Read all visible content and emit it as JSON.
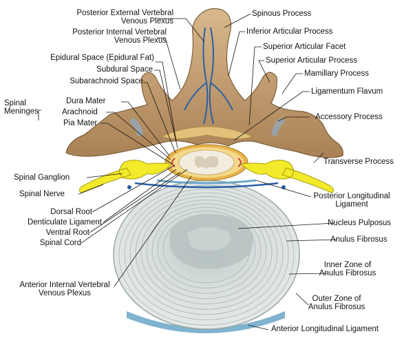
{
  "labels": {
    "posterior_external_vertebral_venous_plexus": [
      "Posterior External Vertebral",
      "Venous Plexus"
    ],
    "posterior_internal_vertebral_venous_plexus": [
      "Posterior Internal Vertebral",
      "Venous Plexus"
    ],
    "epidural_space": "Epidural Space (Epidural Fat)",
    "subdural_space": "Subdural Space",
    "subarachnoid_space": "Subarachnoid Space",
    "spinal_meninges": [
      "Spinal",
      "Meninges"
    ],
    "dura_mater": "Dura Mater",
    "arachnoid": "Arachnoid",
    "pia_mater": "Pia Mater",
    "spinal_ganglion": "Spinal Ganglion",
    "spinal_nerve": "Spinal Nerve",
    "dorsal_root": "Dorsal Root",
    "denticulate_ligament": "Denticulate Ligament",
    "ventral_root": "Ventral Root",
    "spinal_cord": "Spinal Cord",
    "anterior_internal_vertebral_venous_plexus": [
      "Anterior Internal Vertebral",
      "Venous Plexus"
    ],
    "spinous_process": "Spinous Process",
    "inferior_articular_process": "Inferior Articular Process",
    "superior_articular_facet": "Superior Articular Facet",
    "superior_articular_process": "Superior Articular Process",
    "mamillary_process": "Mamillary Process",
    "ligamentum_flavum": "Ligamentum Flavum",
    "accessory_process": "Accessory Process",
    "transverse_process": "Transverse Process",
    "posterior_longitudinal_ligament": [
      "Posterior Longitudinal",
      "Ligament"
    ],
    "nucleus_pulposus": "Nucleus Pulposus",
    "anulus_fibrosus": "Anulus Fibrosus",
    "inner_zone_anulus_fibrosus": [
      "Inner Zone of",
      "Anulus Fibrosus"
    ],
    "outer_zone_anulus_fibrosus": [
      "Outer Zone of",
      "Anulus Fibrosus"
    ],
    "anterior_longitudinal_ligament": "Anterior Longitudinal Ligament"
  },
  "colors": {
    "bone": "#c9a57a",
    "bone_dark": "#8a6a45",
    "disc": "#dde3e2",
    "nucleus": "#b8c4c3",
    "nerve": "#f2ea2a",
    "vein": "#2a5fa6",
    "cord": "#f3ede0",
    "dura": "#e8b34a",
    "meninge_red": "#cc3b3b",
    "ligament": "#6fa8c8"
  }
}
